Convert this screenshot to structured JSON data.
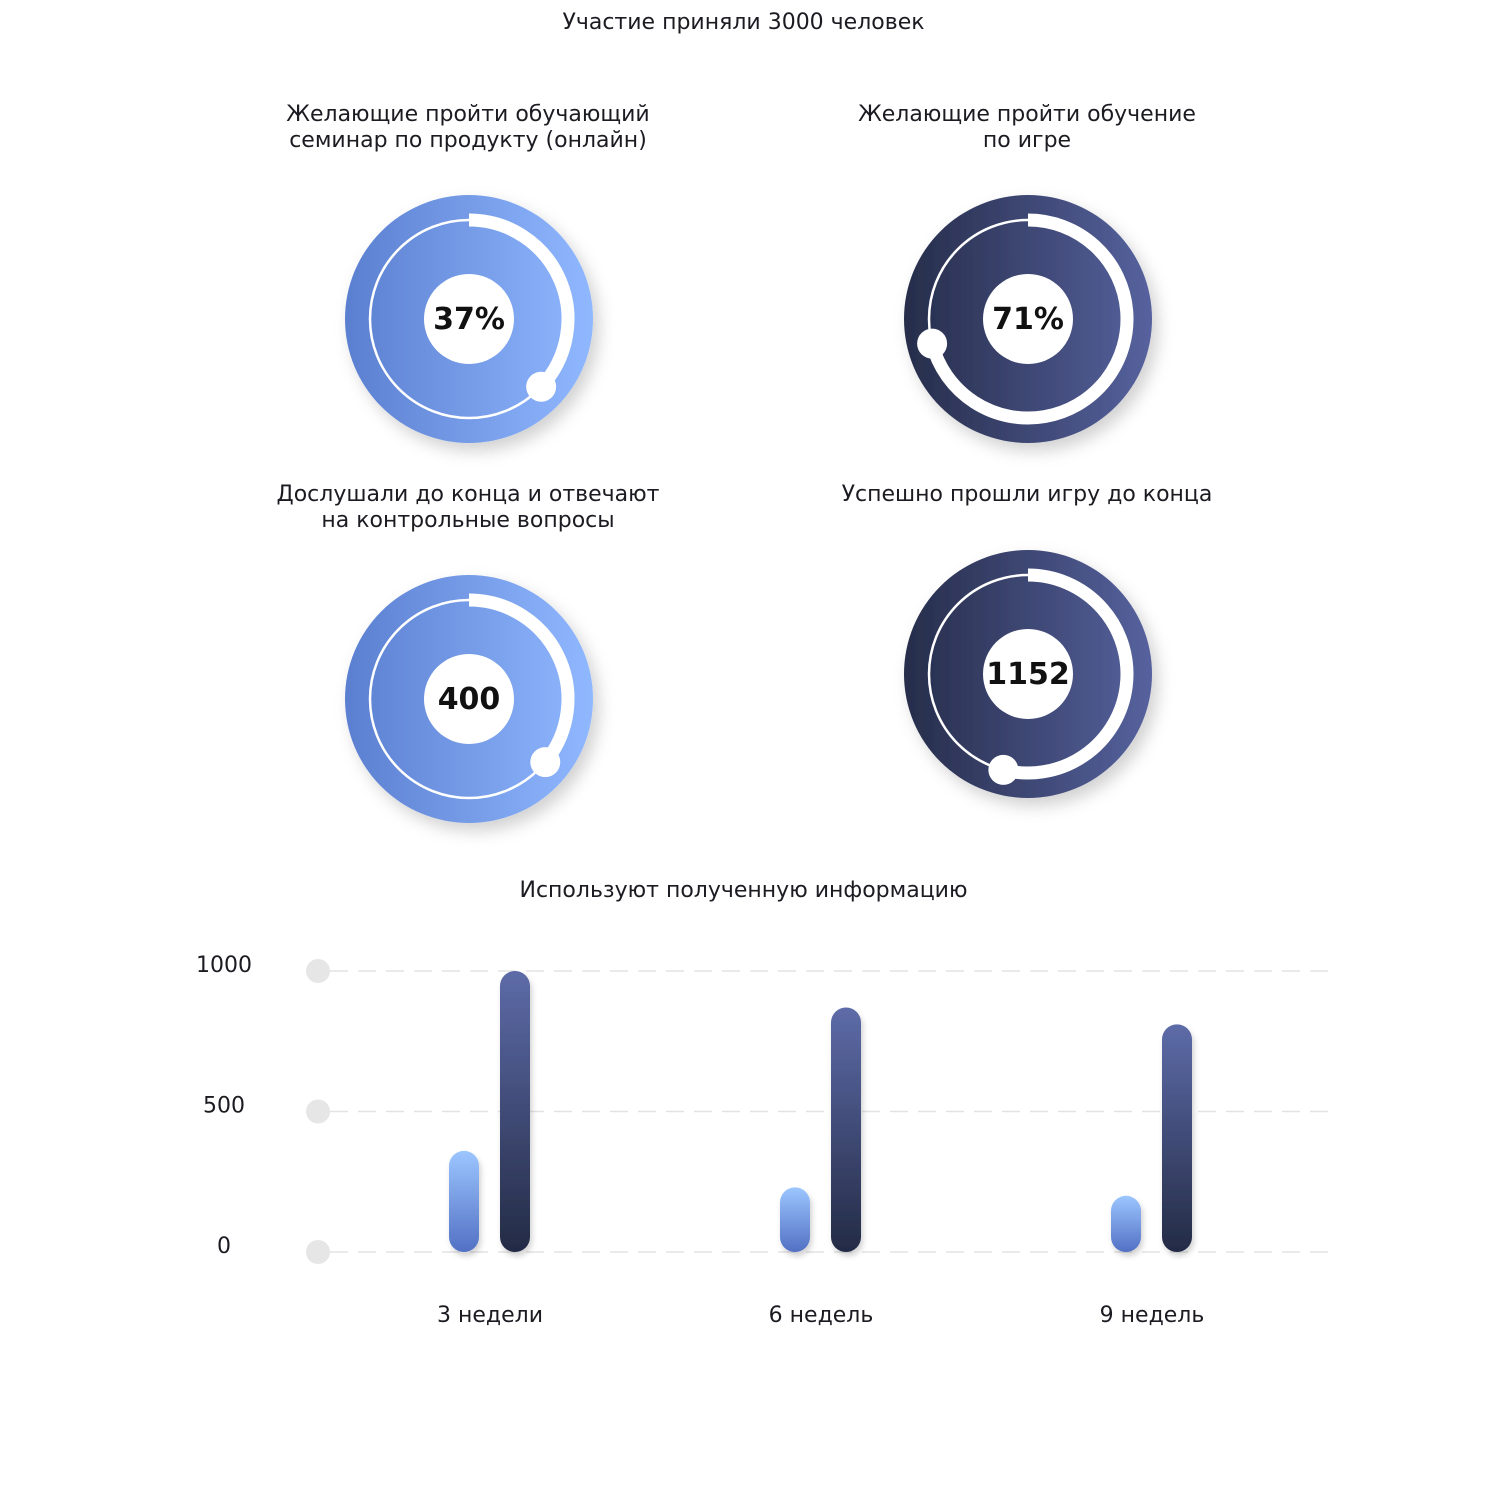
{
  "header": {
    "title": "Участие приняли 3000 человек"
  },
  "gauges": [
    {
      "title_lines": [
        "Желающие пройти обучающий",
        "семинар по продукту (онлайн)"
      ],
      "value_label": "37%",
      "fraction": 0.37,
      "theme": "light"
    },
    {
      "title_lines": [
        "Желающие пройти обучение",
        "по игре"
      ],
      "value_label": "71%",
      "fraction": 0.71,
      "theme": "dark"
    },
    {
      "title_lines": [
        "Дослушали до конца и отвечают",
        "на контрольные вопросы"
      ],
      "value_label": "400",
      "fraction": 0.36,
      "theme": "light"
    },
    {
      "title_lines": [
        "Успешно прошли игру до конца"
      ],
      "value_label": "1152",
      "fraction": 0.54,
      "theme": "dark"
    }
  ],
  "chart_data": {
    "type": "bar",
    "title": "Используют полученную информацию",
    "categories": [
      "3 недели",
      "6 недель",
      "9 недель"
    ],
    "series": [
      {
        "values": [
          360,
          230,
          200
        ],
        "color": "#7fa6f2"
      },
      {
        "values": [
          1000,
          870,
          810
        ],
        "color": "#3e4a7e"
      }
    ],
    "ylim": [
      0,
      1000
    ],
    "yticks": [
      0,
      500,
      1000
    ],
    "grid": true
  },
  "colors": {
    "light_start": "#5b7fd0",
    "light_end": "#90b8ff",
    "dark_start": "#262d4a",
    "dark_end": "#56629e"
  }
}
